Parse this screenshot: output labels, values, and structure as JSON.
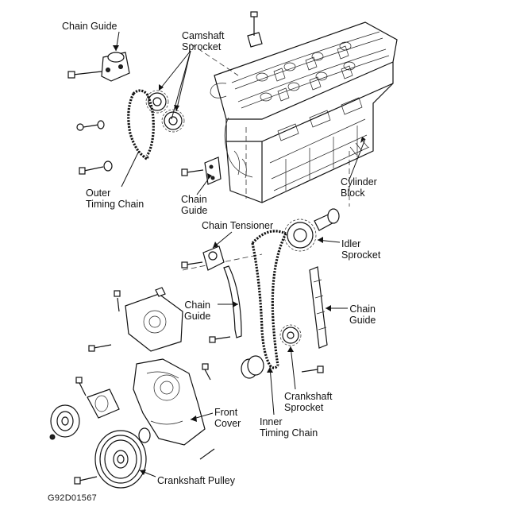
{
  "labels": {
    "chain_guide_top": "Chain Guide",
    "camshaft_sprocket_1": "Camshaft",
    "camshaft_sprocket_2": "Sprocket",
    "outer_chain_1": "Outer",
    "outer_chain_2": "Timing Chain",
    "chain_guide_mid_1": "Chain",
    "chain_guide_mid_2": "Guide",
    "cylinder_block_1": "Cylinder",
    "cylinder_block_2": "Block",
    "chain_tensioner": "Chain Tensioner",
    "idler_sprocket_1": "Idler",
    "idler_sprocket_2": "Sprocket",
    "chain_guide_right_1": "Chain",
    "chain_guide_right_2": "Guide",
    "chain_guide_left_1": "Chain",
    "chain_guide_left_2": "Guide",
    "crankshaft_sprocket_1": "Crankshaft",
    "crankshaft_sprocket_2": "Sprocket",
    "front_cover_1": "Front",
    "front_cover_2": "Cover",
    "inner_chain_1": "Inner",
    "inner_chain_2": "Timing Chain",
    "crankshaft_pulley": "Crankshaft Pulley",
    "figure_id": "G92D01567"
  },
  "colors": {
    "ink": "#111111",
    "paper": "#ffffff"
  },
  "icons": {
    "engine": "cylinder-head-and-block-drawing",
    "sprocket": "gear-sprocket-drawing",
    "chain": "timing-chain-drawing",
    "bolt": "bolt-drawing",
    "pulley": "pulley-drawing"
  }
}
